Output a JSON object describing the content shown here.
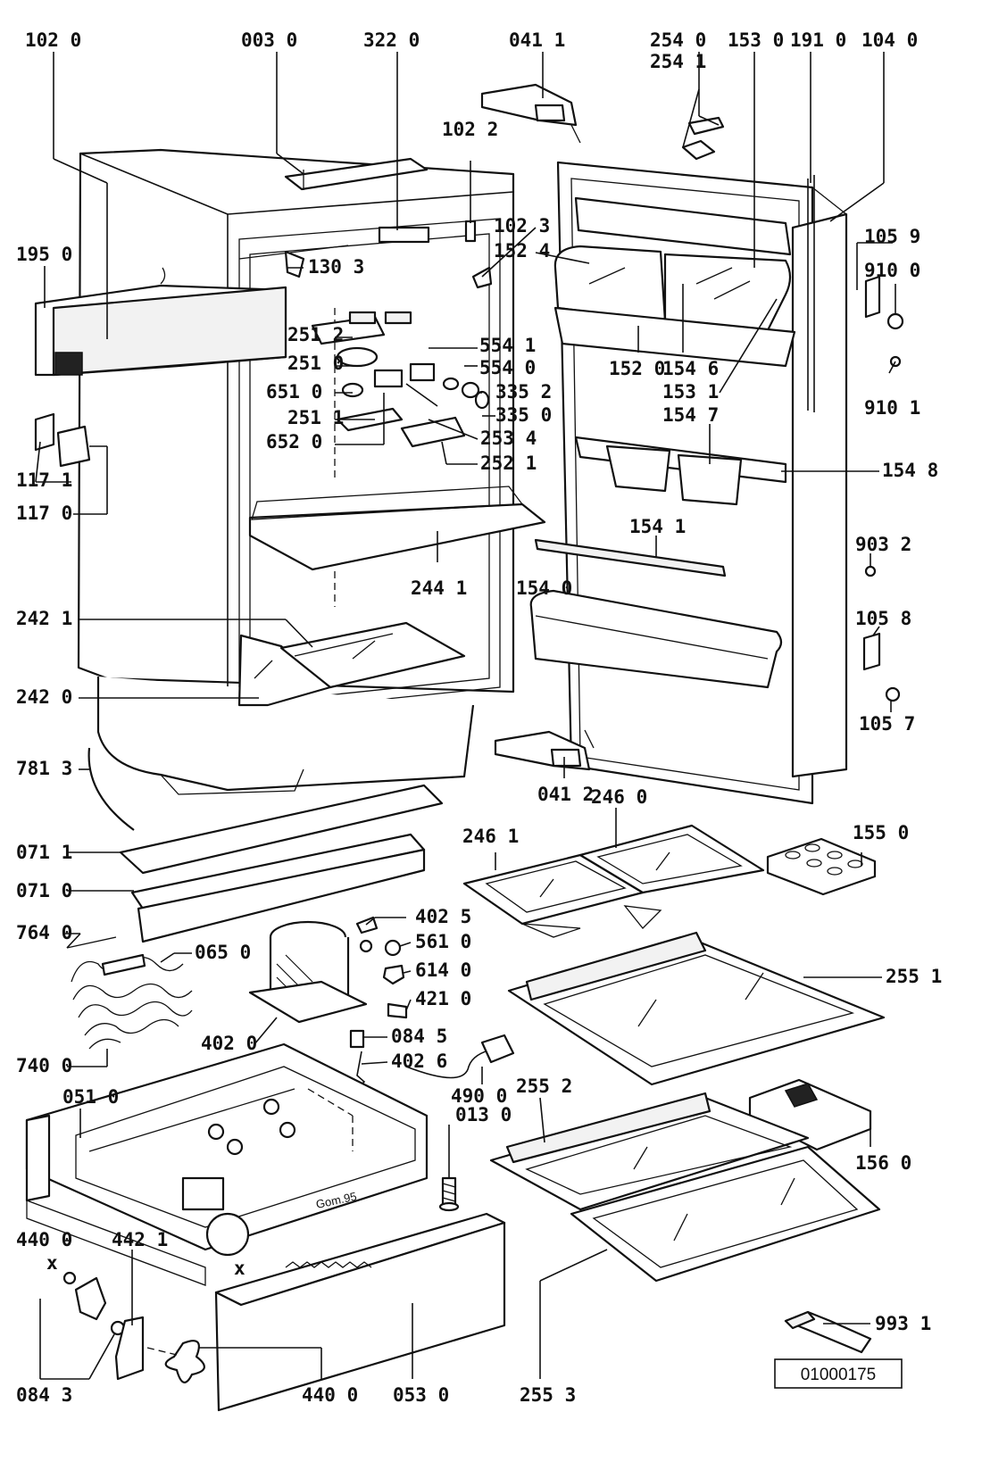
{
  "diagram": {
    "reference_code": "01000175",
    "cabinet_marking": "Gom.95",
    "part_labels": {
      "p1020": "102 0",
      "p0030": "003 0",
      "p3220": "322 0",
      "p0411": "041 1",
      "p2540": "254 0",
      "p2541": "254 1",
      "p1530": "153 0",
      "p1910": "191 0",
      "p1040": "104 0",
      "p1022": "102 2",
      "p1950": "195 0",
      "p1023": "102 3",
      "p1524": "152 4",
      "p1059": "105 9",
      "p9100": "910 0",
      "p1303": "130 3",
      "p2512": "251 2",
      "p5541": "554 1",
      "p2510": "251 0",
      "p5540": "554 0",
      "p1520": "152 0",
      "p1546": "154 6",
      "p6510": "651 0",
      "p3352": "335 2",
      "p1531": "153 1",
      "p2511": "251 1",
      "p3350": "335 0",
      "p9101": "910 1",
      "p6520": "652 0",
      "p2534": "253 4",
      "p1547": "154 7",
      "p1171": "117 1",
      "p2521": "252 1",
      "p1548": "154 8",
      "p1170": "117 0",
      "p1541": "154 1",
      "p9032": "903 2",
      "p2441": "244 1",
      "p1540": "154 0",
      "p2421": "242 1",
      "p1058": "105 8",
      "p2420": "242 0",
      "p1057": "105 7",
      "p7813": "781 3",
      "p0412": "041 2",
      "p2460": "246 0",
      "p0711": "071 1",
      "p2461": "246 1",
      "p1550": "155 0",
      "p0710": "071 0",
      "p4025": "402 5",
      "p7640": "764 0",
      "p5610": "561 0",
      "p0650": "065 0",
      "p6140": "614 0",
      "p2551": "255 1",
      "p4210": "421 0",
      "p4020": "402 0",
      "p0845": "084 5",
      "p4026": "402 6",
      "p7400": "740 0",
      "p4900": "490 0",
      "p2552": "255 2",
      "p0510": "051 0",
      "p0130": "013 0",
      "p1560": "156 0",
      "p4400a": "440 0",
      "p4421": "442 1",
      "p9931": "993 1",
      "p0843": "084 3",
      "p4400b": "440 0",
      "p0530": "053 0",
      "p2553": "255 3",
      "x1": "x",
      "x2": "x"
    }
  }
}
